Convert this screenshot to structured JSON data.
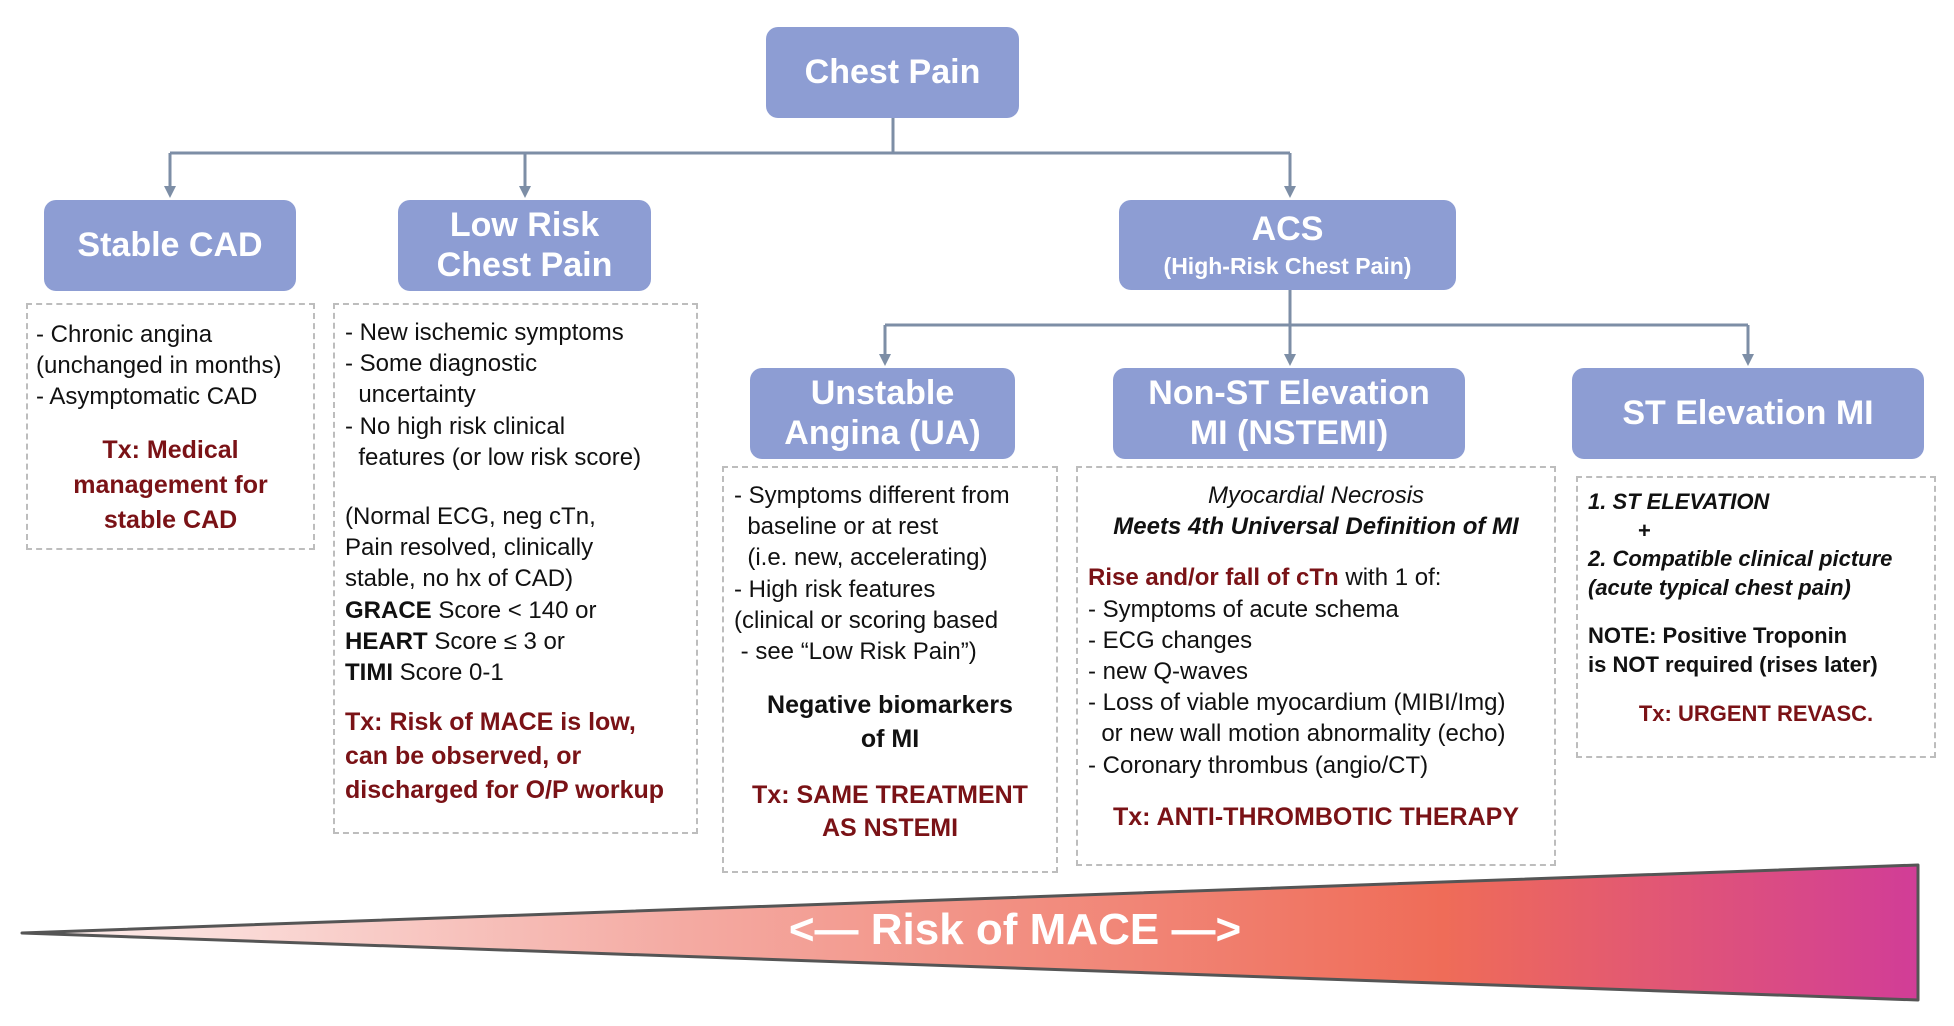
{
  "nodes": {
    "root": "Chest Pain",
    "stable_cad": "Stable CAD",
    "low_risk": [
      "Low Risk",
      "Chest Pain"
    ],
    "acs": {
      "title": "ACS",
      "subtitle": "(High-Risk Chest Pain)"
    },
    "ua": [
      "Unstable",
      "Angina (UA)"
    ],
    "nstemi": [
      "Non-ST Elevation",
      "MI (NSTEMI)"
    ],
    "stemi": "ST Elevation MI"
  },
  "stable_cad_box": {
    "lines": [
      "- Chronic angina",
      "(unchanged in months)",
      "- Asymptomatic CAD"
    ],
    "tx": [
      "Tx: Medical",
      "management for",
      "stable CAD"
    ]
  },
  "low_risk_box": {
    "lines": [
      "- New ischemic symptoms",
      "- Some diagnostic",
      "  uncertainty",
      "- No high risk clinical",
      "  features (or low risk score)"
    ],
    "paren": [
      "(Normal ECG, neg cTn,",
      "Pain resolved, clinically",
      "stable, no hx of CAD)"
    ],
    "scores": [
      {
        "name": "GRACE",
        "rest": " Score < 140 or"
      },
      {
        "name": "HEART",
        "rest": " Score ≤ 3 or"
      },
      {
        "name": "TIMI",
        "rest": " Score 0-1"
      }
    ],
    "tx": [
      "Tx: Risk of MACE is low,",
      "can be observed, or",
      "discharged for O/P workup"
    ]
  },
  "ua_box": {
    "lines": [
      "- Symptoms different from",
      "  baseline or at rest",
      "  (i.e. new, accelerating)",
      "- High risk features",
      "(clinical or scoring based",
      " - see “Low Risk Pain”)"
    ],
    "bold": [
      "Negative biomarkers",
      "of MI"
    ],
    "tx": [
      "Tx: SAME TREATMENT",
      "AS NSTEMI"
    ]
  },
  "nstemi_box": {
    "italic": "Myocardial Necrosis",
    "bold_italic": "Meets 4th Universal Definition of MI",
    "rise_red": "Rise and/or fall of cTn",
    "rise_rest": " with 1 of:",
    "lines": [
      "- Symptoms of acute schema",
      "- ECG changes",
      "- new Q-waves",
      "- Loss of viable myocardium (MIBI/Img)",
      "  or new wall motion abnormality (echo)",
      "- Coronary thrombus (angio/CT)"
    ],
    "tx": "Tx: ANTI-THROMBOTIC THERAPY"
  },
  "stemi_box": {
    "criteria": [
      "1. ST ELEVATION",
      "+",
      "2. Compatible clinical picture",
      "(acute typical chest pain)"
    ],
    "note": [
      "NOTE: Positive Troponin",
      "is NOT required (rises later)"
    ],
    "tx": "Tx: URGENT REVASC."
  },
  "risk_bar": {
    "label": "<— Risk of MACE —>"
  },
  "colors": {
    "node": "#8d9dd3",
    "tx_red": "#7a1216",
    "connector": "#7d8ea6",
    "gradient": [
      "#fbe6e4",
      "#f2958a",
      "#ee6150",
      "#d33a9a"
    ]
  }
}
